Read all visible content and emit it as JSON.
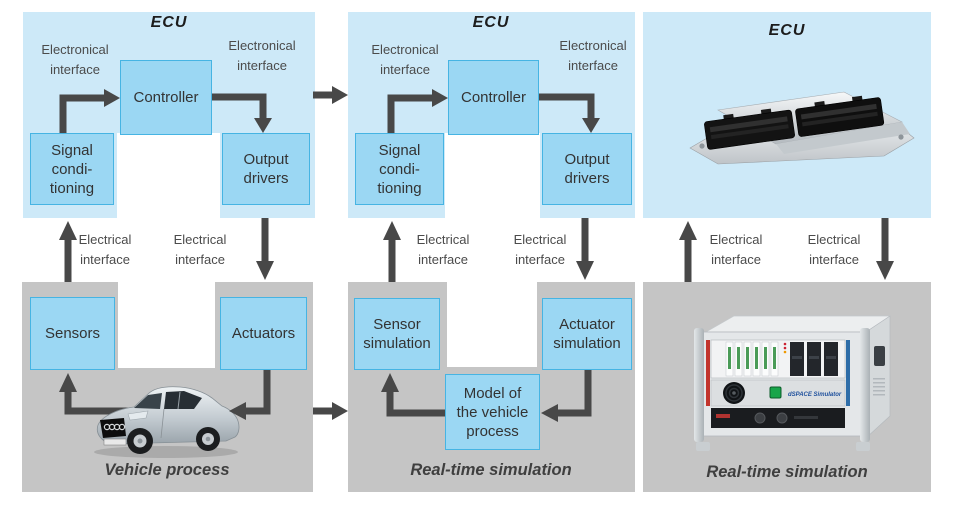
{
  "left": {
    "ecu_title": "ECU",
    "iface_top_left": "Electronical\ninterface",
    "iface_top_right": "Electronical\ninterface",
    "controller": "Controller",
    "signal_conditioning": "Signal\ncondi-\ntioning",
    "output_drivers": "Output\ndrivers",
    "iface_bottom_left": "Electrical\ninterface",
    "iface_bottom_right": "Electrical\ninterface",
    "sensors": "Sensors",
    "actuators": "Actuators",
    "process_title": "Vehicle process"
  },
  "middle": {
    "ecu_title": "ECU",
    "iface_top_left": "Electronical\ninterface",
    "iface_top_right": "Electronical\ninterface",
    "controller": "Controller",
    "signal_conditioning": "Signal\ncondi-\ntioning",
    "output_drivers": "Output\ndrivers",
    "iface_bottom_left": "Electrical\ninterface",
    "iface_bottom_right": "Electrical\ninterface",
    "sensor_simulation": "Sensor\nsimulation",
    "actuator_simulation": "Actuator\nsimulation",
    "model": "Model of\nthe vehicle\nprocess",
    "process_title": "Real-time simulation"
  },
  "right": {
    "ecu_title": "ECU",
    "iface_bottom_left": "Electrical\ninterface",
    "iface_bottom_right": "Electrical\ninterface",
    "process_title": "Real-time simulation",
    "simulator_front_text": "dSPACE Simulator"
  },
  "colors": {
    "panel_blue": "#cde9f8",
    "box_fill": "#9bd7f3",
    "box_border": "#46b4e3",
    "panel_gray": "#c5c5c5",
    "arrow": "#484848",
    "text": "#3f3f3f"
  }
}
